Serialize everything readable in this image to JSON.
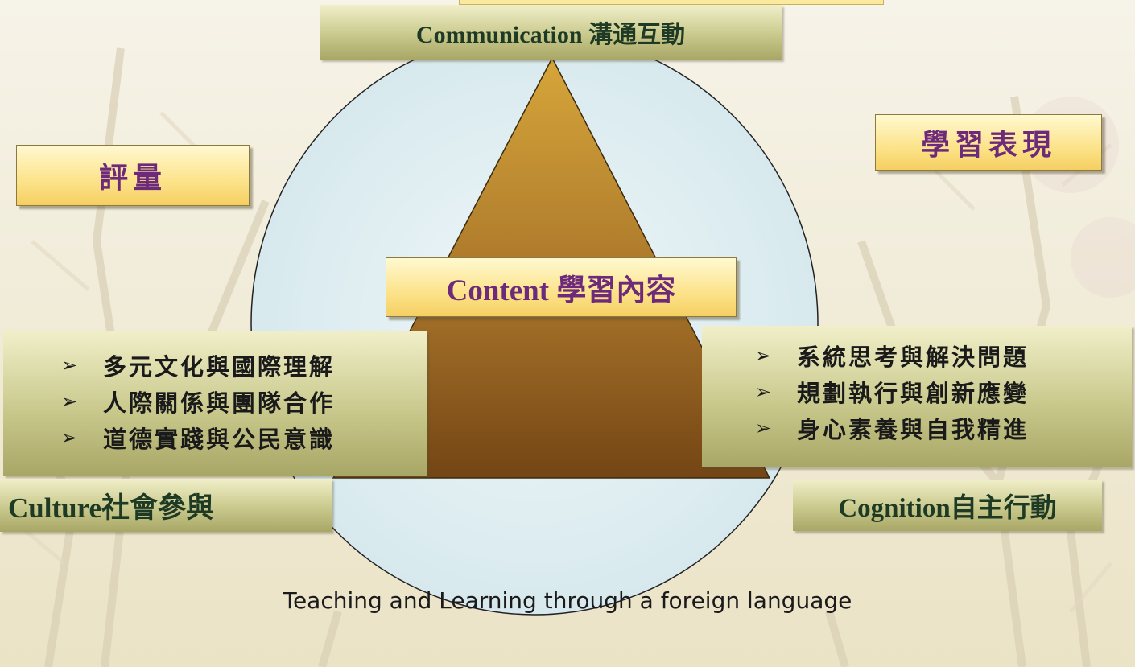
{
  "diagram": {
    "communication": "Communication 溝通互動",
    "content": "Content 學習內容",
    "assessment": "評量",
    "performance": "學習表現",
    "culture": "Culture社會參與",
    "cognition": "Cognition自主行動",
    "left_list": [
      "多元文化與國際理解",
      "人際關係與團隊合作",
      "道德實踐與公民意識"
    ],
    "right_list": [
      "系統思考與解決問題",
      "規劃執行與創新應變",
      "身心素養與自我精進"
    ],
    "caption": "Teaching and Learning through a foreign language"
  },
  "colors": {
    "circle_fill": "#deedf1",
    "triangle_top": "#c99a34",
    "triangle_bottom": "#7b4d1b",
    "label_text_purple": "#6e2a7a",
    "label_text_green": "#1e3a24"
  }
}
